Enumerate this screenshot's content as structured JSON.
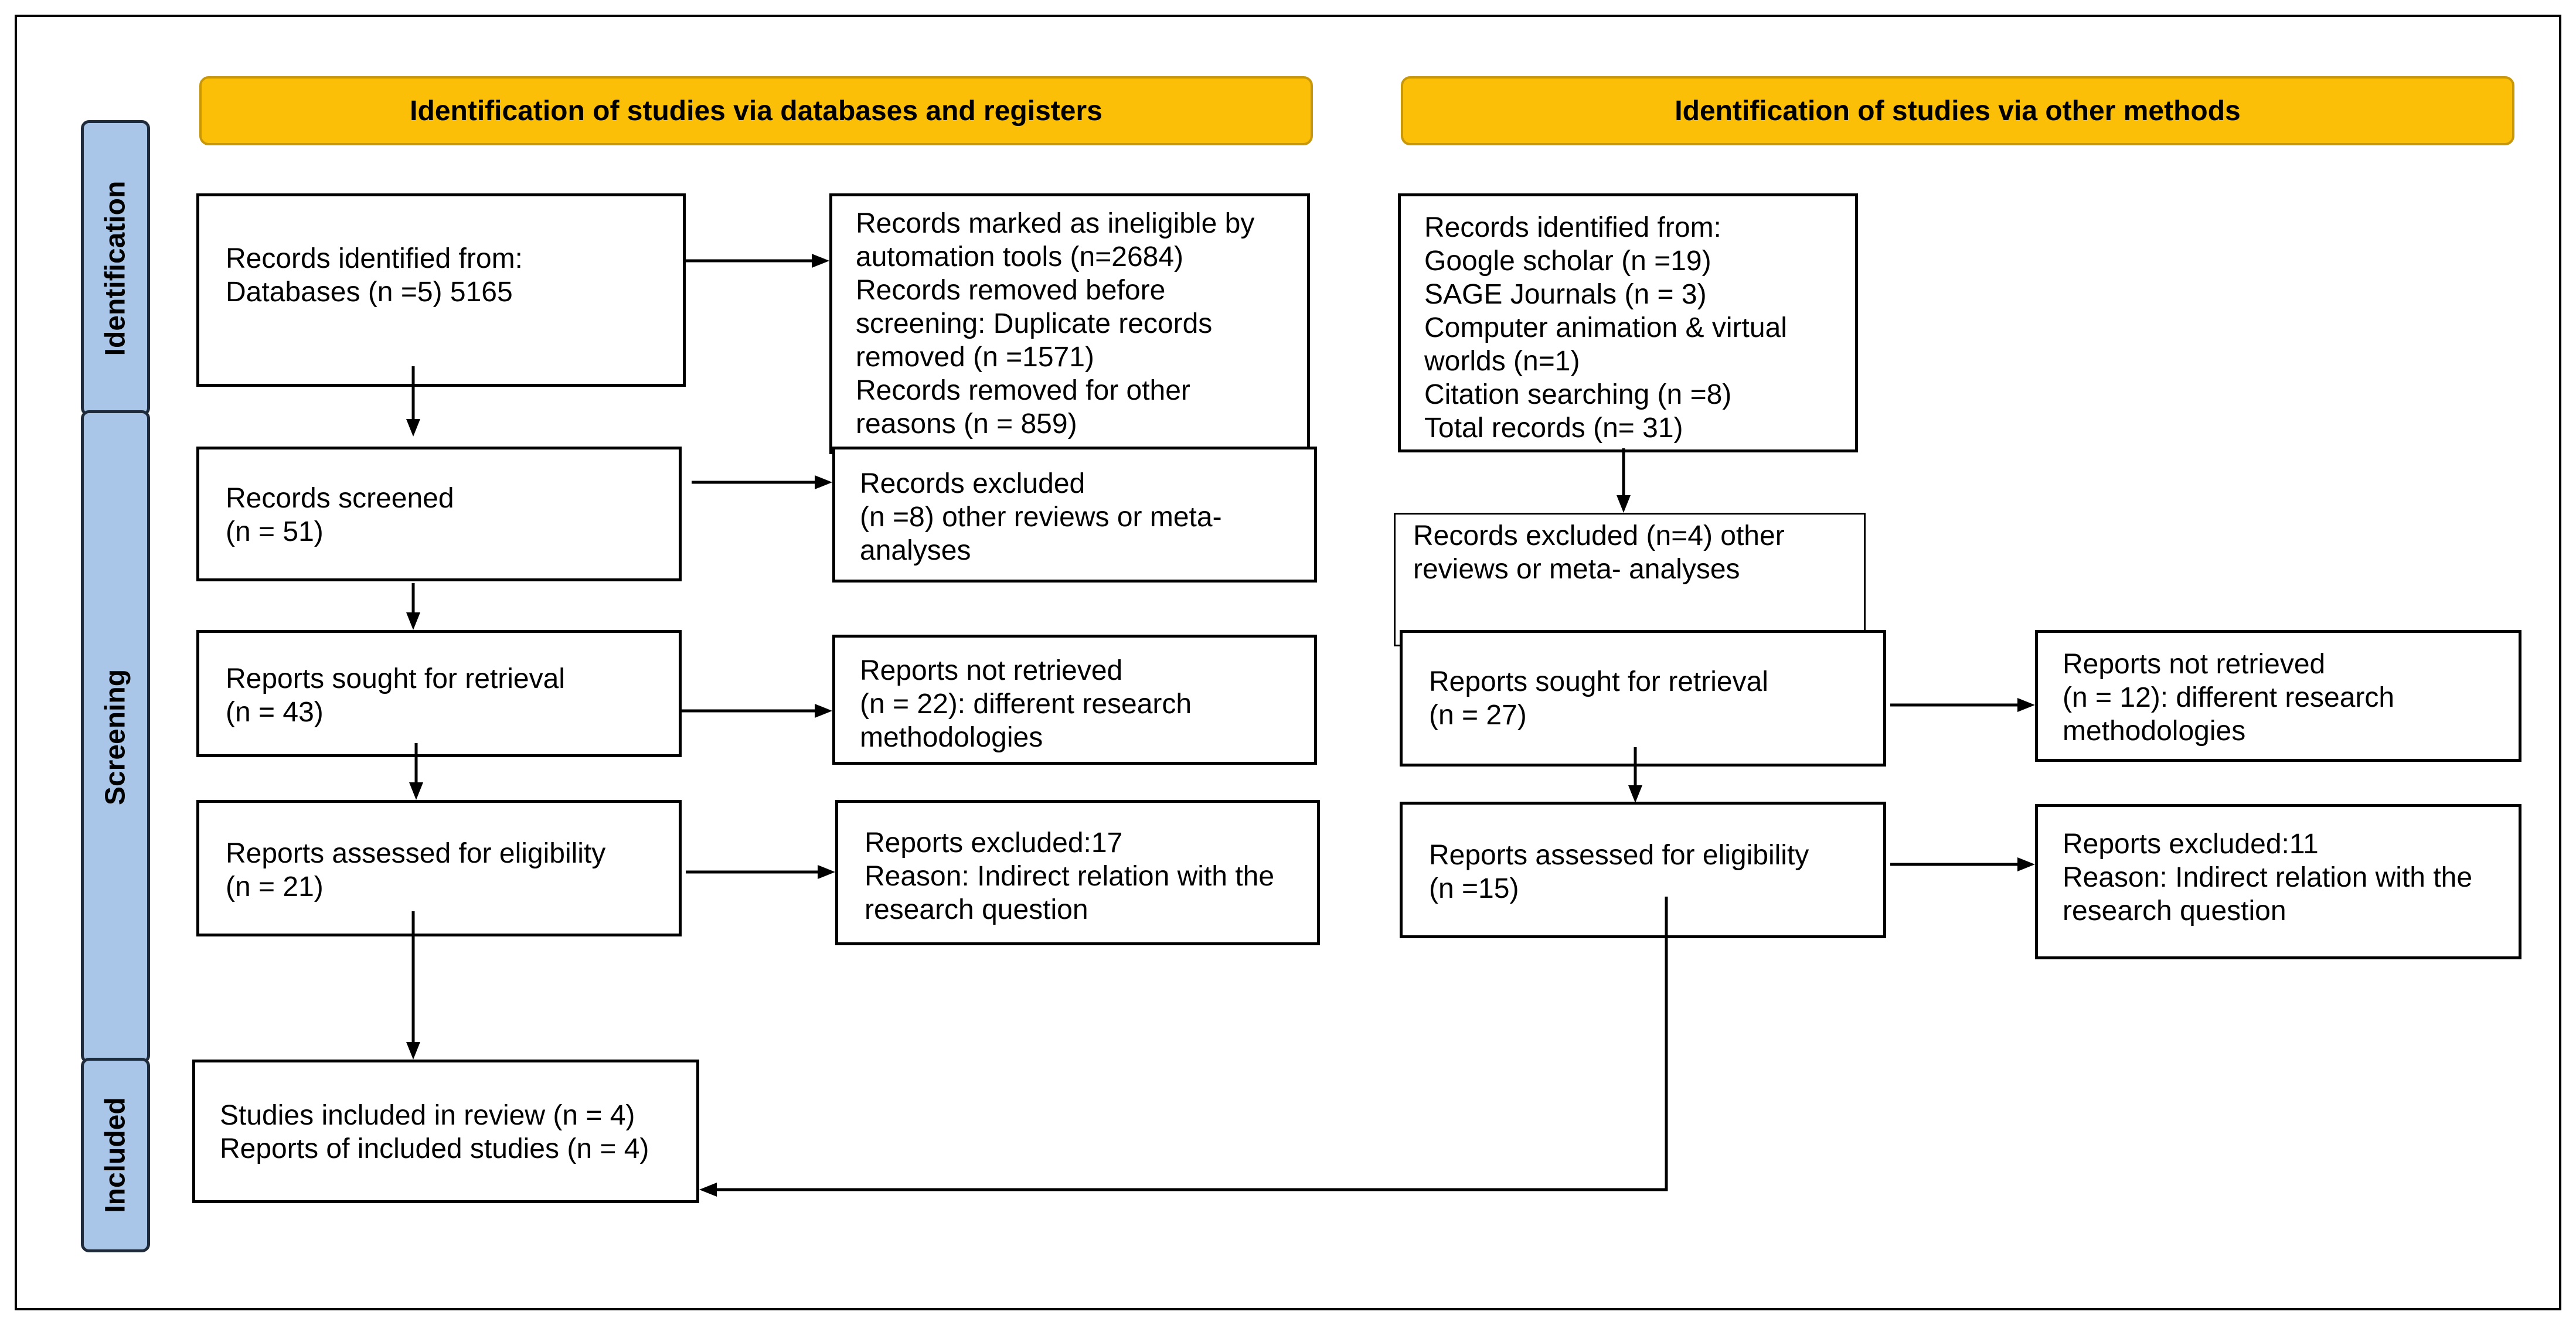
{
  "headers": {
    "databases": "Identification of studies via databases and registers",
    "other": "Identification of studies via other methods"
  },
  "phases": {
    "identification": "Identification",
    "screening": "Screening",
    "included": "Included"
  },
  "left": {
    "identified": "Records identified from:\n      Databases (n =5) 5165",
    "removed": "Records marked as ineligible by\nautomation tools (n=2684)\nRecords removed before\nscreening: Duplicate records\nremoved (n =1571)\nRecords removed for other\nreasons (n = 859)",
    "screened": "Records screened\n(n = 51)",
    "excluded": "Records excluded\n(n =8) other reviews or meta-\nanalyses",
    "sought": "Reports sought for retrieval\n(n = 43)",
    "not_retrieved": "Reports not retrieved\n(n = 22): different research\nmethodologies",
    "assessed": "Reports assessed for eligibility\n(n = 21)",
    "reports_excluded": "Reports excluded:17\nReason: Indirect relation with the\nresearch question",
    "included": "Studies included in review (n = 4)\nReports of included studies (n = 4)"
  },
  "right": {
    "identified": "Records identified from:\nGoogle scholar (n =19)\nSAGE Journals (n = 3)\nComputer animation & virtual\nworlds (n=1)\nCitation searching (n =8)\nTotal records (n= 31)",
    "excluded": "Records excluded (n=4) other\nreviews or meta- analyses",
    "sought": "Reports sought for retrieval\n(n = 27)",
    "not_retrieved": "Reports not retrieved\n(n = 12): different research\nmethodologies",
    "assessed": "Reports assessed for eligibility\n(n =15)",
    "reports_excluded": "Reports excluded:11\nReason: Indirect relation with the\nresearch question"
  },
  "colors": {
    "header_fill": "#fbbf07",
    "phase_fill": "#a9c6e8"
  }
}
